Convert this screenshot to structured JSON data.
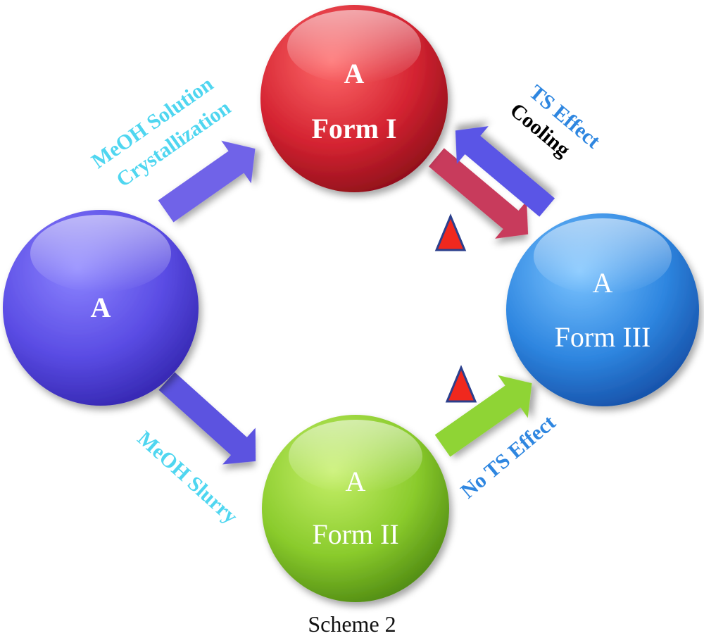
{
  "nodes": {
    "a": {
      "line1": "A",
      "color": "#5A4CE4"
    },
    "form1": {
      "line1": "A",
      "line2": "Form I",
      "color": "#D42331"
    },
    "form2": {
      "line1": "A",
      "line2": "Form II",
      "color": "#8ACB2C"
    },
    "form3": {
      "line1": "A",
      "line2": "Form III",
      "color": "#2E86E0"
    }
  },
  "edges": {
    "a_to_form1": {
      "label1": "MeOH Solution",
      "label2": "Crystallization",
      "color": "#6F64E8",
      "label_color": "#4FD6F0"
    },
    "a_to_form2": {
      "label1": "MeOH Slurry",
      "color": "#5B52E0",
      "label_color": "#4FD6F0"
    },
    "form1_to_form3": {
      "color": "#C83A5C",
      "symbol": "heat-triangle"
    },
    "form3_to_form1": {
      "label1": "TS Effect",
      "label2": "Cooling",
      "color": "#5A55E6",
      "label1_color": "#2E86E0",
      "label2_color": "#000000"
    },
    "form2_to_form3": {
      "label1": "No TS Effect",
      "color": "#8FD436",
      "label_color": "#2E86E0",
      "symbol": "heat-triangle"
    }
  },
  "heat_symbol": {
    "fill": "#F0281E",
    "stroke": "#2B3F8C"
  },
  "caption": "Scheme 2"
}
